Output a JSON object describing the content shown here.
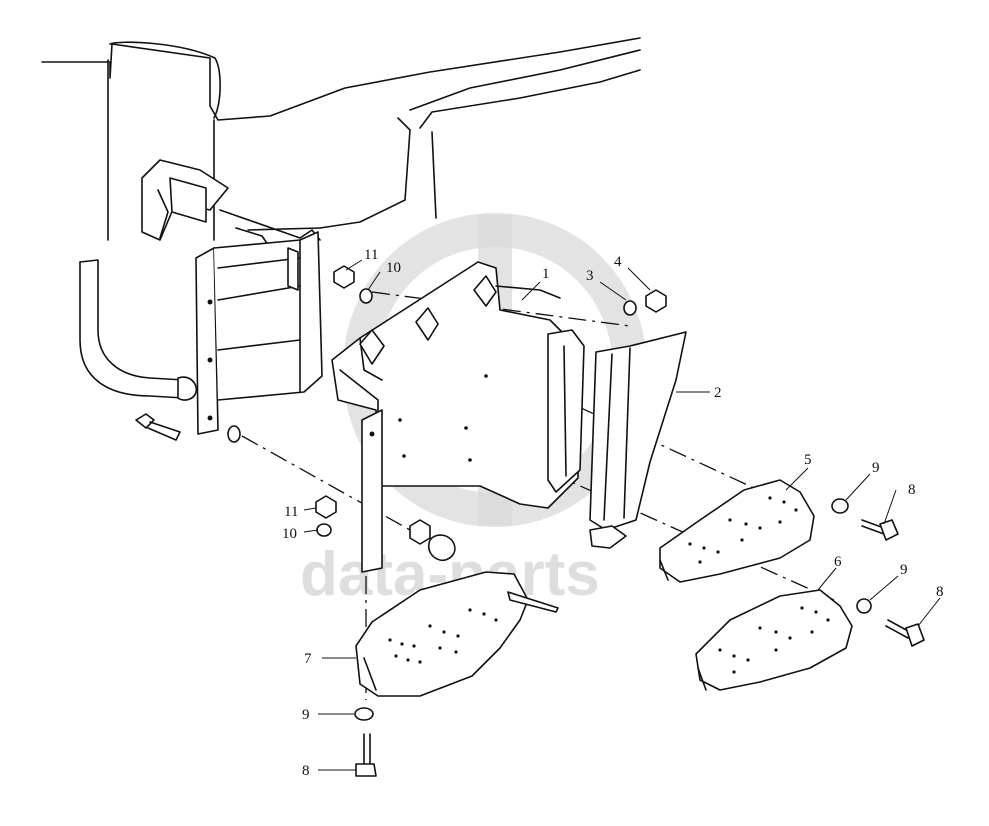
{
  "watermark": {
    "text": "data-parts"
  },
  "callouts": [
    {
      "id": "c1",
      "label": "1"
    },
    {
      "id": "c2",
      "label": "2"
    },
    {
      "id": "c3",
      "label": "3"
    },
    {
      "id": "c4",
      "label": "4"
    },
    {
      "id": "c5",
      "label": "5"
    },
    {
      "id": "c6",
      "label": "6"
    },
    {
      "id": "c7",
      "label": "7"
    },
    {
      "id": "c8a",
      "label": "8"
    },
    {
      "id": "c8b",
      "label": "8"
    },
    {
      "id": "c8c",
      "label": "8"
    },
    {
      "id": "c9a",
      "label": "9"
    },
    {
      "id": "c9b",
      "label": "9"
    },
    {
      "id": "c9c",
      "label": "9"
    },
    {
      "id": "c10a",
      "label": "10"
    },
    {
      "id": "c10b",
      "label": "10"
    },
    {
      "id": "c11a",
      "label": "11"
    },
    {
      "id": "c11b",
      "label": "11"
    }
  ],
  "colors": {
    "line": "#111111",
    "watermark": "#d6d6d6",
    "background": "#ffffff"
  }
}
